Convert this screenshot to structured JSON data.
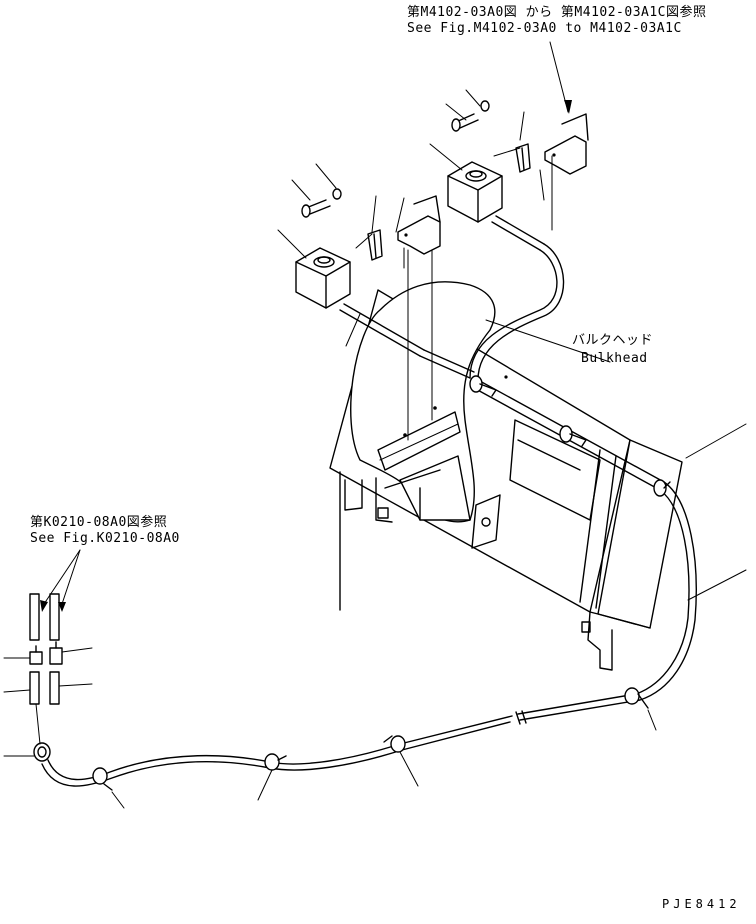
{
  "labels": {
    "ref_top_jp": "第M4102-03A0図 から 第M4102-03A1C図参照",
    "ref_top_en": "See Fig.M4102-03A0 to M4102-03A1C",
    "bulkhead_jp": "バルクヘッド",
    "bulkhead_en": "Bulkhead",
    "ref_left_jp": "第K0210-08A0図参照",
    "ref_left_en": "See Fig.K0210-08A0",
    "drawing_code": "PJE8412"
  },
  "icons": [
    "washer-tank-icon",
    "bolt-icon",
    "bracket-icon",
    "clamp-icon",
    "hose-icon",
    "nozzle-connector-icon"
  ]
}
